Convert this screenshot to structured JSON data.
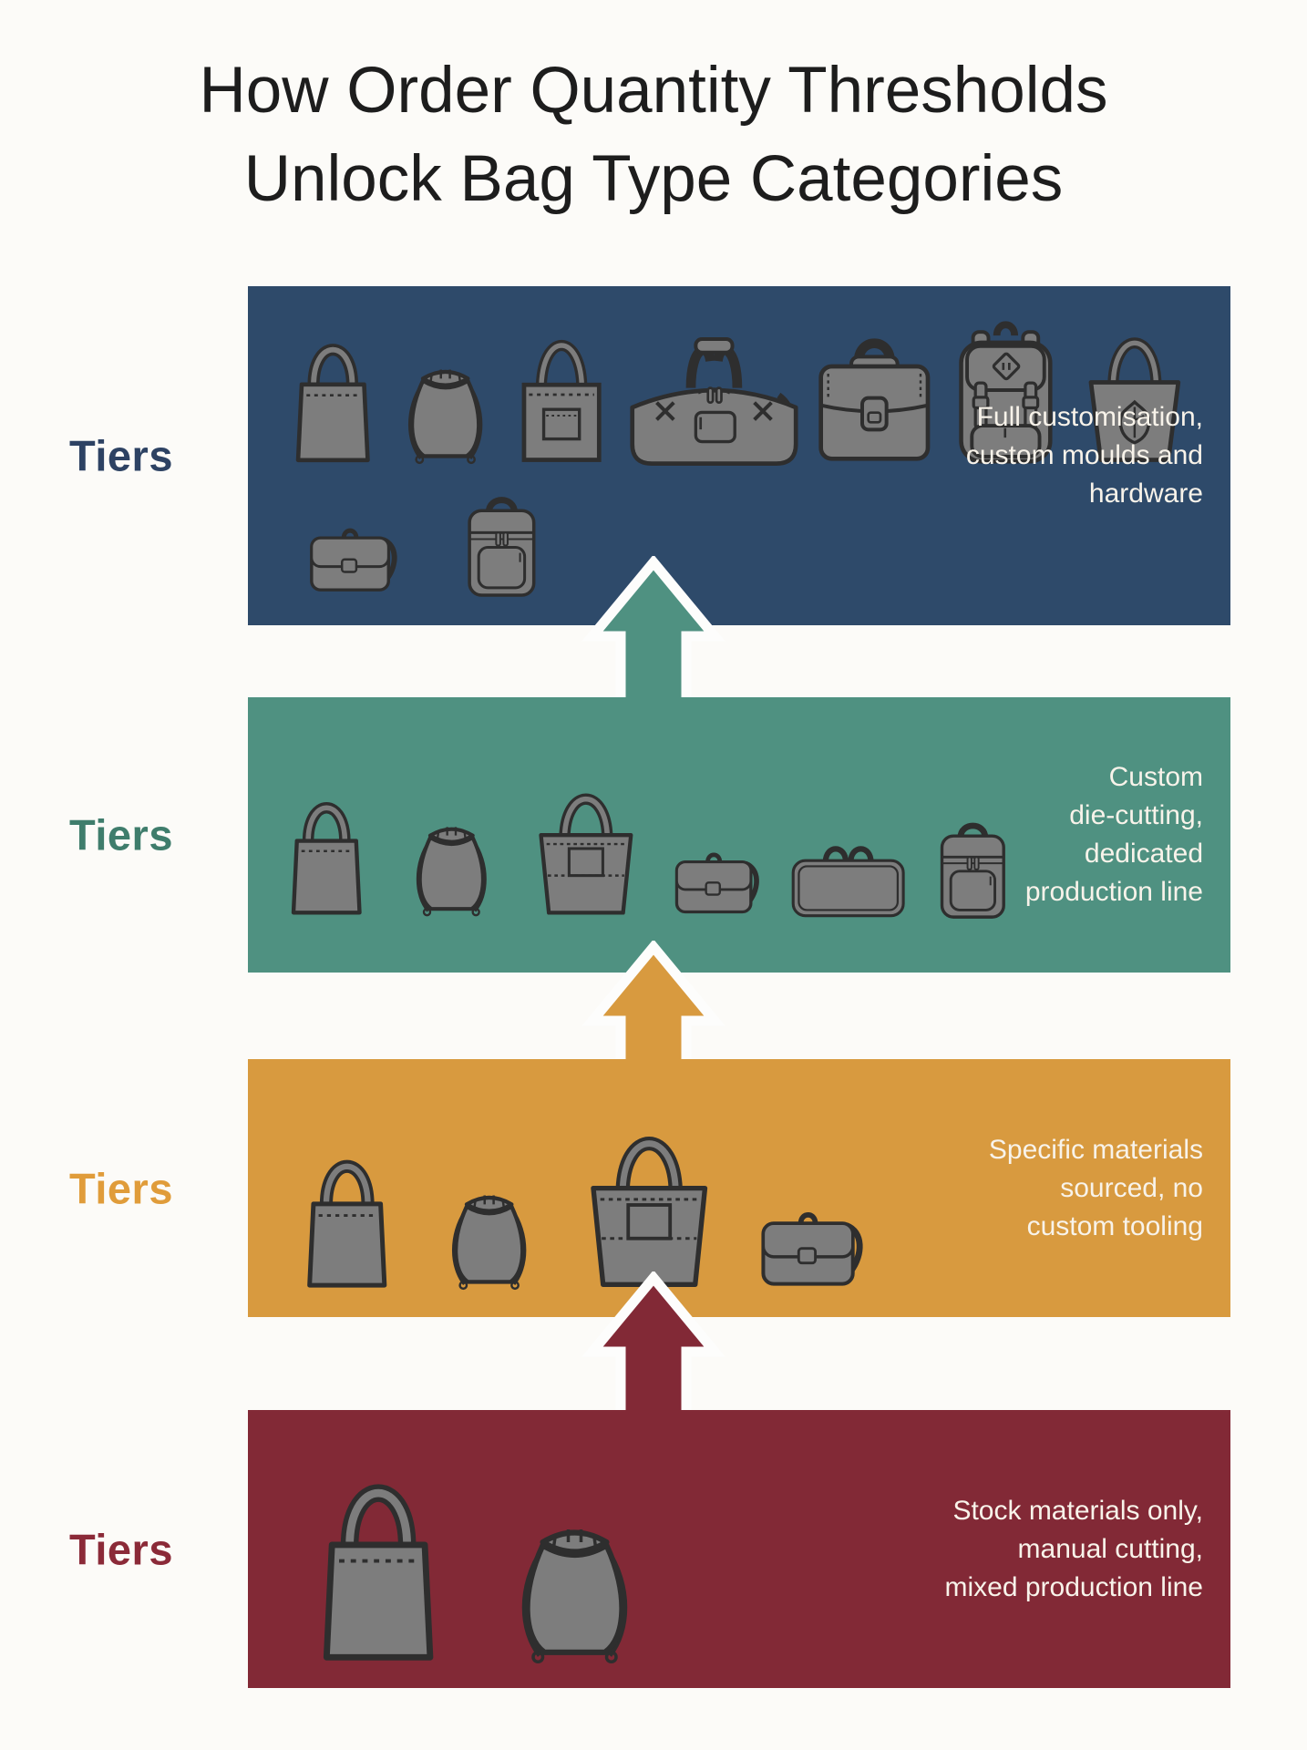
{
  "title": {
    "line1": "How Order Quantity Thresholds",
    "line2": "Unlock Bag Type Categories"
  },
  "tiers": [
    {
      "label": "Tiers",
      "label_color": "#2d4263",
      "band_color": "#2e4a6a",
      "text_lines": [
        "Full customisation,",
        "custom moulds and",
        "hardware"
      ],
      "bags_row1": [
        "tote-bag-icon",
        "drawstring-bag-icon",
        "shopper-tote-icon",
        "duffel-bag-icon",
        "satchel-briefcase-icon",
        "backpack-icon",
        "logo-tote-icon"
      ],
      "bags_row2": [
        "messenger-bag-icon",
        "cooler-bag-icon"
      ]
    },
    {
      "label": "Tiers",
      "label_color": "#3f7d6c",
      "band_color": "#4f9181",
      "text_lines": [
        "Custom",
        "die-cutting,",
        "dedicated",
        "production line"
      ],
      "bags_row1": [
        "tote-bag-icon",
        "drawstring-bag-icon",
        "handle-tote-icon",
        "messenger-bag-icon",
        "laptop-bag-icon",
        "cooler-bag-icon"
      ],
      "bags_row2": []
    },
    {
      "label": "Tiers",
      "label_color": "#e09c3a",
      "band_color": "#d89a3f",
      "text_lines": [
        "Specific materials",
        "sourced, no",
        "custom tooling"
      ],
      "bags_row1": [
        "tote-bag-icon",
        "drawstring-bag-icon",
        "handle-tote-icon",
        "messenger-bag-icon"
      ],
      "bags_row2": []
    },
    {
      "label": "Tiers",
      "label_color": "#8b2a38",
      "band_color": "#822936",
      "text_lines": [
        "Stock materials only,",
        "manual cutting,",
        "mixed production line"
      ],
      "bags_row1": [
        "tote-bag-icon",
        "drawstring-bag-icon"
      ],
      "bags_row2": []
    }
  ],
  "arrows": [
    {
      "name": "up-arrow-tier2-to-tier1",
      "color": "#4f9181"
    },
    {
      "name": "up-arrow-tier3-to-tier2",
      "color": "#d89a3f"
    },
    {
      "name": "up-arrow-tier4-to-tier3",
      "color": "#822936"
    }
  ],
  "colors": {
    "background": "#fcfbf8",
    "tier_text": "#f8f3ea",
    "title_text": "#1d1d1d",
    "bag_fill": "#7d7d7d",
    "bag_outline": "#2e2e2e",
    "arrow_outline": "#fdfdfc"
  }
}
